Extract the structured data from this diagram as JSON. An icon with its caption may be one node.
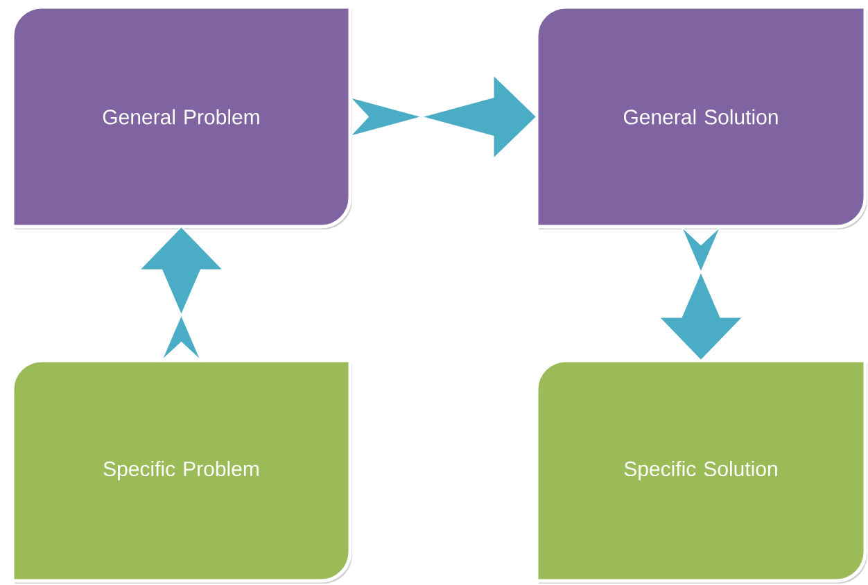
{
  "diagram": {
    "nodes": [
      {
        "text": [
          "General Problem"
        ]
      },
      {
        "text": [
          "General Solution"
        ]
      },
      {
        "text": [
          "Specific Problem"
        ]
      },
      {
        "text": [
          "Specific Solution"
        ]
      }
    ],
    "edges": [
      {
        "from": 0,
        "to": 1,
        "arrow": "to"
      },
      {
        "from": 2,
        "to": 0,
        "arrow": "to"
      },
      {
        "from": 1,
        "to": 3,
        "arrow": "to"
      }
    ]
  }
}
